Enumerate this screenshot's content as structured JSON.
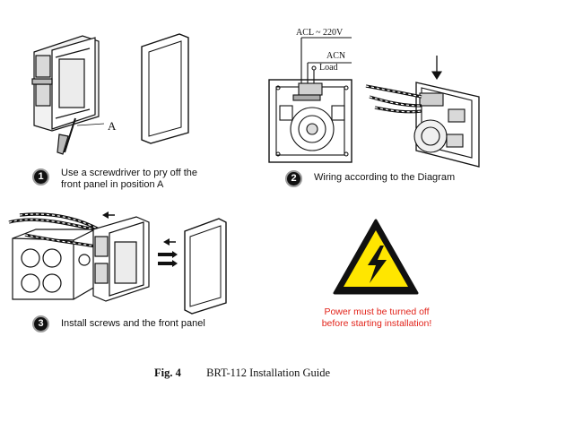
{
  "steps": [
    {
      "number": "1",
      "line1": "Use a screwdriver to pry off the",
      "line2": "front panel in position A"
    },
    {
      "number": "2",
      "line1": "Wiring according to the Diagram",
      "line2": ""
    },
    {
      "number": "3",
      "line1": "Install screws and the front panel",
      "line2": ""
    }
  ],
  "callouts": {
    "position_a": "A"
  },
  "diagram": {
    "acl": "ACL ~ 220V",
    "acn": "ACN",
    "load": "Load"
  },
  "warning": {
    "line1": "Power must be turned off",
    "line2": "before starting installation!",
    "color": "#e2231a",
    "sign_color": "#ffe600",
    "icon": "high-voltage-warning-icon"
  },
  "caption": {
    "label": "Fig. 4",
    "title": "BRT-112 Installation Guide"
  }
}
